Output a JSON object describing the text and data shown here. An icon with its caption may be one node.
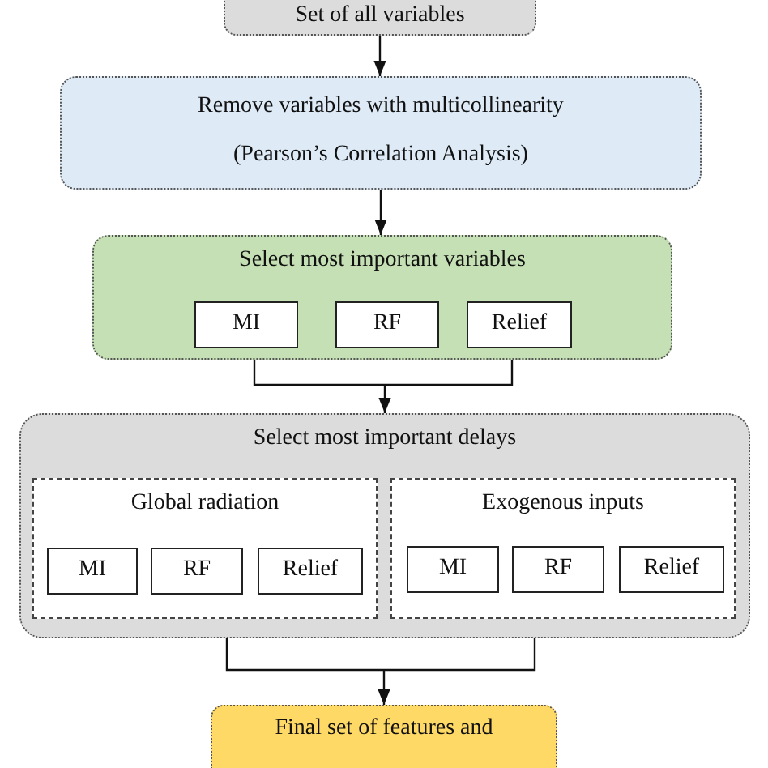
{
  "diagram": {
    "nodes": [
      {
        "text": [
          "Set of all variables"
        ]
      },
      {
        "text": [
          "Remove variables with multicollinearity",
          "(Pearson’s Correlation Analysis)"
        ]
      },
      {
        "text": [
          "Select most important variables"
        ]
      },
      {
        "text": [
          "MI"
        ],
        "in": 2
      },
      {
        "text": [
          "RF"
        ],
        "in": 2
      },
      {
        "text": [
          "Relief"
        ],
        "in": 2
      },
      {
        "text": [
          "Select most important delays"
        ]
      },
      {
        "text": [
          "Global radiation"
        ],
        "in": 6
      },
      {
        "text": [
          "MI"
        ],
        "in": 7
      },
      {
        "text": [
          "RF"
        ],
        "in": 7
      },
      {
        "text": [
          "Relief"
        ],
        "in": 7
      },
      {
        "text": [
          "Exogenous inputs"
        ],
        "in": 6
      },
      {
        "text": [
          "MI"
        ],
        "in": 11
      },
      {
        "text": [
          "RF"
        ],
        "in": 11
      },
      {
        "text": [
          "Relief"
        ],
        "in": 11
      },
      {
        "text": [
          "Final set of features and"
        ]
      }
    ],
    "edges": [
      {
        "from": 0,
        "to": 1,
        "arrow": "to"
      },
      {
        "from": 1,
        "to": 2,
        "arrow": "to"
      },
      {
        "from": 2,
        "to": 6,
        "arrow": "to"
      },
      {
        "from": 6,
        "to": 15,
        "arrow": "to"
      }
    ]
  }
}
